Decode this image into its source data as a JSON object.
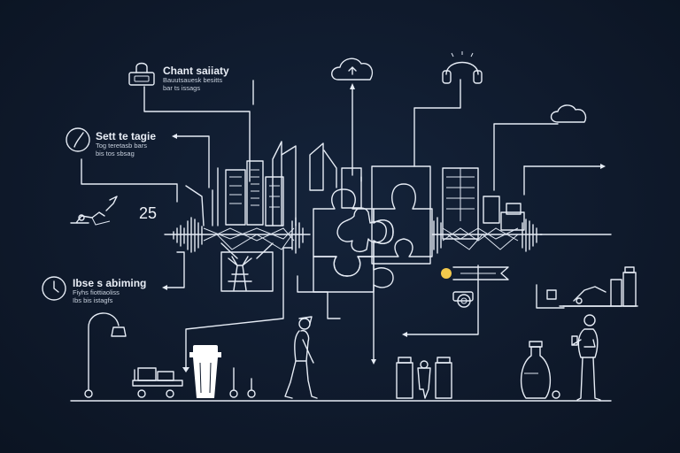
{
  "labels": {
    "top_left": {
      "title": "Chant saiiaty",
      "lines": [
        "Bauutsauesk besitts",
        "bar ts issags"
      ]
    },
    "mid_left": {
      "title": "Sett te tagie",
      "lines": [
        "Tog teretasb bars",
        "bis tos sbsag"
      ]
    },
    "value": "25",
    "low_left": {
      "title": "Ibse s abiming",
      "lines": [
        "Fiyhs fiottiaoliss",
        "Ibs bis istagfs"
      ]
    }
  },
  "colors": {
    "background": "#0f1a2c",
    "line": "#e6ecf5",
    "puzzle_fill": "#14254a",
    "accent_dot": "#f2c94c"
  },
  "icons": [
    "padlock-icon",
    "cloud-upload-icon",
    "headphones-icon",
    "cloud-icon",
    "gauge-icon",
    "robot-arm-icon",
    "clock-icon",
    "street-lamp-icon",
    "trash-bin-icon",
    "bottle-icon"
  ]
}
